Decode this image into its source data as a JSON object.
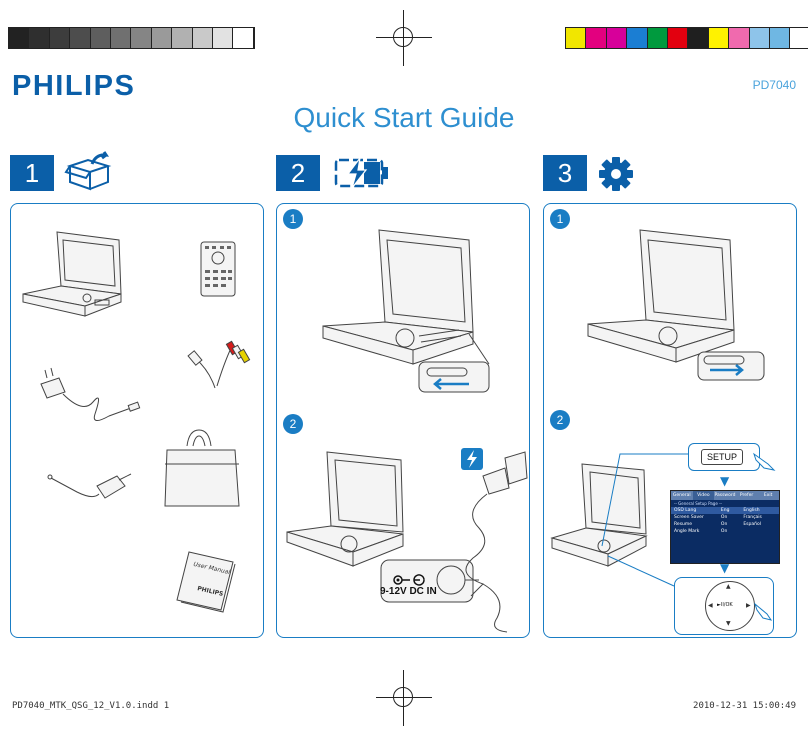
{
  "brand": "PHILIPS",
  "model": "PD7040",
  "title": "Quick Start Guide",
  "colors": {
    "brand_blue": "#0b5fa8",
    "accent_blue": "#1a7dc4",
    "gray_bar": [
      "#222222",
      "#2f2f2f",
      "#3d3d3d",
      "#4d4d4d",
      "#5e5e5e",
      "#707070",
      "#858585",
      "#9a9a9a",
      "#b1b1b1",
      "#c9c9c9",
      "#e2e2e2",
      "#ffffff"
    ],
    "color_bar": [
      "#f1e600",
      "#e3007f",
      "#d7009a",
      "#1b7ed3",
      "#009a3e",
      "#e2000f",
      "#1f1f1f",
      "#fff200",
      "#f06aae",
      "#8ec4ea",
      "#6fb7e3",
      "#ffffff"
    ]
  },
  "steps": [
    {
      "number": "1",
      "icon": "open-box-icon"
    },
    {
      "number": "2",
      "icon": "battery-charge-icon"
    },
    {
      "number": "3",
      "icon": "gear-icon"
    }
  ],
  "substeps": [
    "1",
    "2"
  ],
  "illustrations": {
    "manual_label": "User Manual",
    "manual_brand": "PHILIPS",
    "dc_label": "9-12V DC IN",
    "setup_key": "SETUP",
    "ok_key": "►II/OK",
    "menu": {
      "tabs": [
        "General",
        "Video",
        "Password",
        "Prefer",
        "Exit"
      ],
      "heading": "-- General Setup Page --",
      "rows": [
        {
          "label": "OSD Lang",
          "value": "Eng",
          "option": "English"
        },
        {
          "label": "Screen Saver",
          "value": "On",
          "option": "Français"
        },
        {
          "label": "Resume",
          "value": "On",
          "option": "Español"
        },
        {
          "label": "Angle Mark",
          "value": "On",
          "option": ""
        }
      ]
    }
  },
  "footer": {
    "file": "PD7040_MTK_QSG_12_V1.0.indd   1",
    "timestamp": "2010-12-31   15:00:49"
  }
}
